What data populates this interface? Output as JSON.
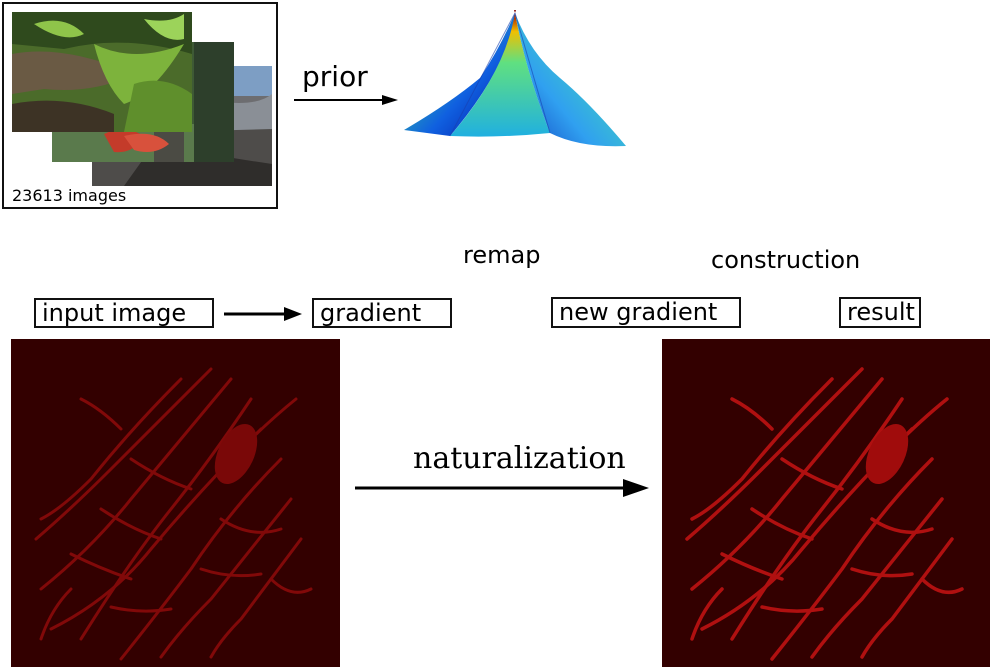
{
  "dataset": {
    "caption": "23613 images"
  },
  "top": {
    "prior_label": "prior"
  },
  "steps": {
    "remap": "remap",
    "construction": "construction",
    "input_image": "input image",
    "gradient": "gradient",
    "new_gradient": "new gradient",
    "result": "result",
    "naturalization": "naturalization"
  },
  "colors": {
    "panel_bg": "#330000",
    "strand": "#8a0a0a",
    "strand_bright": "#b01010"
  }
}
